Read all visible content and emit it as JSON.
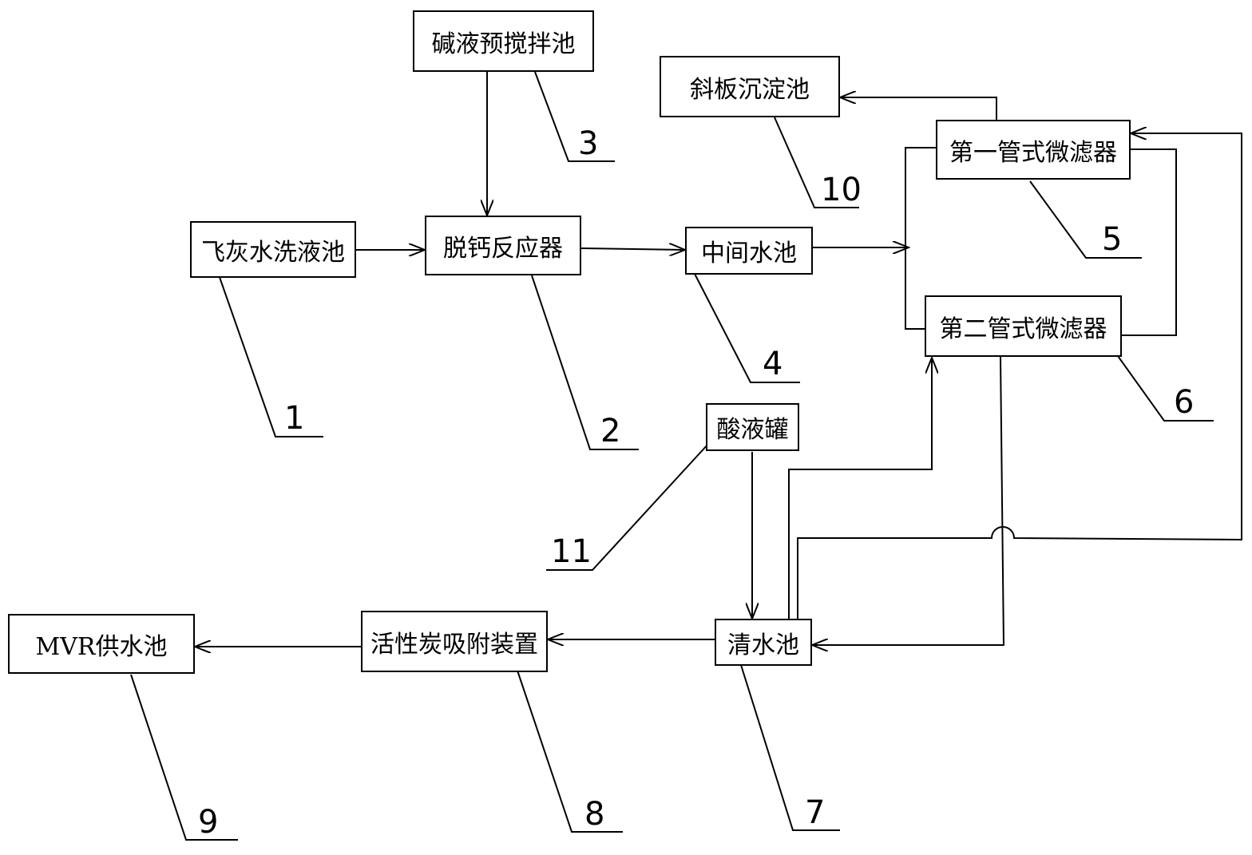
{
  "nodes": [
    {
      "id": "n1",
      "label": "飞灰水洗液池",
      "ref": "1"
    },
    {
      "id": "n2",
      "label": "脱钙反应器",
      "ref": "2"
    },
    {
      "id": "n3",
      "label": "碱液预搅拌池",
      "ref": "3"
    },
    {
      "id": "n4",
      "label": "中间水池",
      "ref": "4"
    },
    {
      "id": "n5",
      "label": "第一管式微滤器",
      "ref": "5"
    },
    {
      "id": "n6",
      "label": "第二管式微滤器",
      "ref": "6"
    },
    {
      "id": "n7",
      "label": "清水池",
      "ref": "7"
    },
    {
      "id": "n8",
      "label": "活性炭吸附装置",
      "ref": "8"
    },
    {
      "id": "n9",
      "label": "MVR供水池",
      "ref": "9"
    },
    {
      "id": "n10",
      "label": "斜板沉淀池",
      "ref": "10"
    },
    {
      "id": "n11",
      "label": "酸液罐",
      "ref": "11"
    }
  ],
  "edges": [
    {
      "from": "n1",
      "to": "n2"
    },
    {
      "from": "n3",
      "to": "n2"
    },
    {
      "from": "n2",
      "to": "n4"
    },
    {
      "from": "n4",
      "to": "n5"
    },
    {
      "from": "n4",
      "to": "n6"
    },
    {
      "from": "n5",
      "to": "n10"
    },
    {
      "from": "n6",
      "to": "n7"
    },
    {
      "from": "n11",
      "to": "n7"
    },
    {
      "from": "n7",
      "to": "n6"
    },
    {
      "from": "n7",
      "to": "n5"
    },
    {
      "from": "n7",
      "to": "n8"
    },
    {
      "from": "n8",
      "to": "n9"
    }
  ],
  "colors": {
    "line": "#000000",
    "background": "#ffffff"
  }
}
